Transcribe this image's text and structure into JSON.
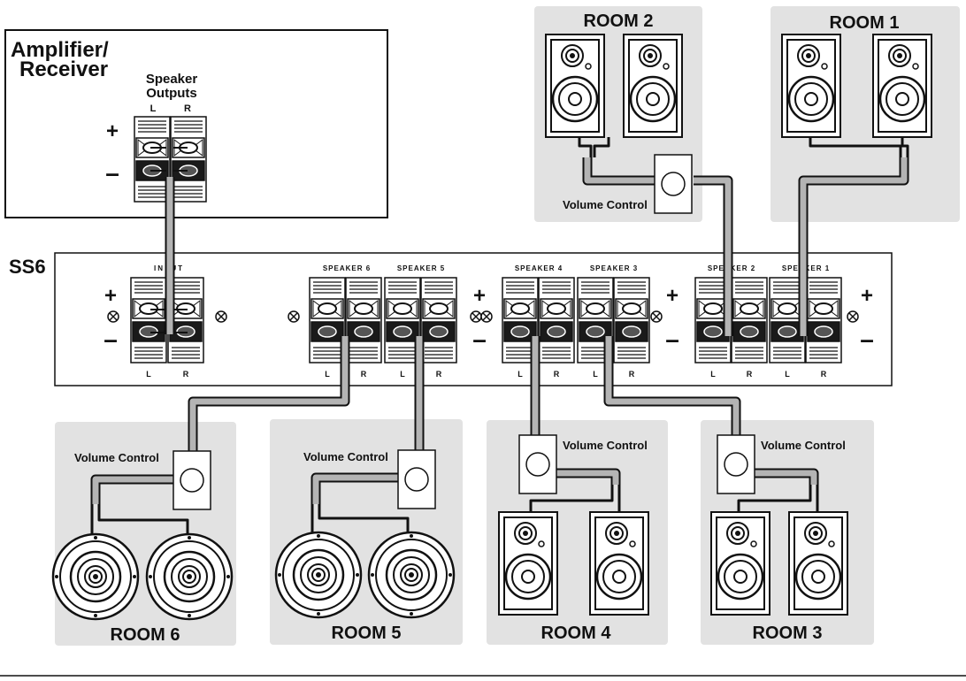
{
  "amplifier": {
    "title_line1": "Amplifier/",
    "title_line2": "Receiver",
    "outputs_line1": "Speaker",
    "outputs_line2": "Outputs",
    "left": "L",
    "right": "R",
    "plus": "+",
    "minus": "–"
  },
  "ss6": {
    "label": "SS6",
    "input_label": "INPUT",
    "speaker_labels": [
      "SPEAKER 6",
      "SPEAKER 5",
      "SPEAKER 4",
      "SPEAKER 3",
      "SPEAKER 2",
      "SPEAKER 1"
    ],
    "left": "L",
    "right": "R",
    "plus": "+",
    "minus": "–"
  },
  "volume_control_label": "Volume Control",
  "rooms": {
    "room1": "ROOM 1",
    "room2": "ROOM 2",
    "room3": "ROOM 3",
    "room4": "ROOM 4",
    "room5": "ROOM 5",
    "room6": "ROOM 6"
  },
  "colors": {
    "room_bg": "#e2e2e2",
    "cable_fill": "#b4b4b4",
    "line": "#111111"
  }
}
